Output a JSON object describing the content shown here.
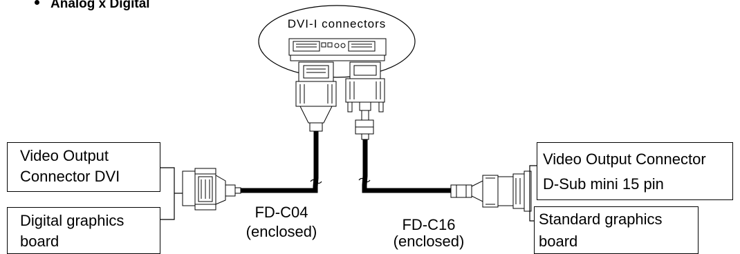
{
  "heading": {
    "text": "Analog x Digital"
  },
  "diagram": {
    "connectors_label": "DVI-I connectors",
    "left_output_box": {
      "line1": "Video Output",
      "line2": "Connector DVI"
    },
    "left_board_box": {
      "line1": "Digital graphics",
      "line2": "board"
    },
    "right_output_box": {
      "line1": "Video Output Connector",
      "line2": "D-Sub mini 15 pin"
    },
    "right_board_box": {
      "line1": "Standard graphics",
      "line2": "board"
    },
    "cable_left": {
      "name": "FD-C04",
      "note": "(enclosed)"
    },
    "cable_right": {
      "name": "FD-C16",
      "note": "(enclosed)"
    }
  }
}
